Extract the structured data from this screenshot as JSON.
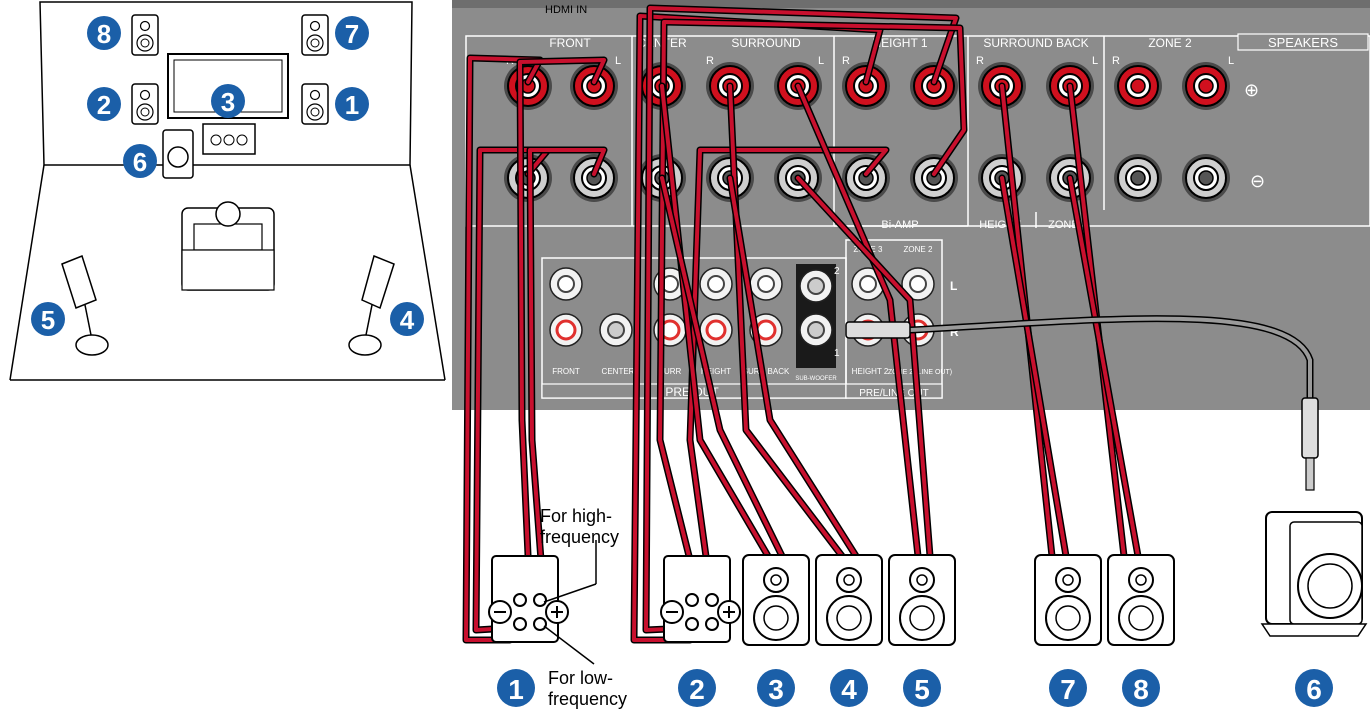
{
  "room": {
    "badges": [
      "8",
      "7",
      "2",
      "3",
      "1",
      "6",
      "5",
      "4"
    ]
  },
  "panel": {
    "top_label": "HDMI IN",
    "speakers_title": "SPEAKERS",
    "groups": [
      "FRONT",
      "CENTER",
      "SURROUND",
      "HEIGHT 1",
      "SURROUND BACK",
      "ZONE 2"
    ],
    "bi_amp": "Bi-AMP",
    "height": "HEIGHT",
    "zone3": "ZONE 3",
    "r": "R",
    "l": "L",
    "plus": "⊕",
    "minus": "⊖",
    "preout": {
      "title": "PRE OUT",
      "labels": [
        "FRONT",
        "CENTER",
        "SURR",
        "HEIGHT",
        "SURR BACK",
        "SUB‑WOOFER"
      ],
      "sub_num_top": "2",
      "sub_num_bottom": "1"
    },
    "preline": {
      "title": "PRE/LINE OUT",
      "zone3": "ZONE 3",
      "zone2": "ZONE 2",
      "l": "L",
      "r": "R",
      "height2": "HEIGHT 2",
      "zone_line": "ZONE 2 (LINE OUT)"
    }
  },
  "annotations": {
    "high": [
      "For high-",
      "frequency"
    ],
    "low": [
      "For low-",
      "frequency"
    ]
  },
  "bottom_badges": [
    "1",
    "2",
    "3",
    "4",
    "5",
    "7",
    "8",
    "6"
  ],
  "colors": {
    "badge": "#1b5fa8",
    "panel": "#8c8c8c",
    "red_wire": "#c8102e",
    "terminal_red": "#d0101e"
  }
}
